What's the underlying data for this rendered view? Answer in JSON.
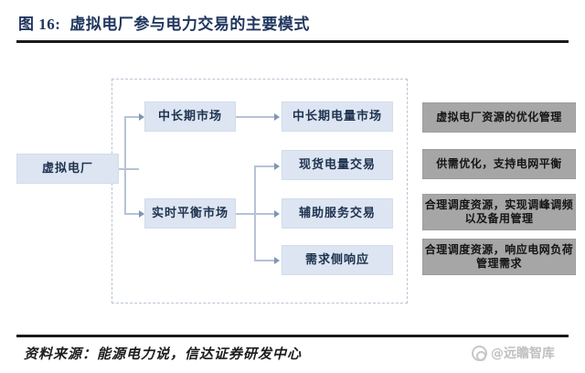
{
  "figure": {
    "number": "图 16:",
    "title": "虚拟电厂参与电力交易的主要模式"
  },
  "source": {
    "text": "资料来源：能源电力说，信达证券研发中心"
  },
  "watermark": {
    "logo": "circle-logo-icon",
    "text": "@远瞻智库"
  },
  "diagram": {
    "root": {
      "label": "虚拟电厂"
    },
    "markets": [
      {
        "label": "中长期市场"
      },
      {
        "label": "实时平衡市场"
      }
    ],
    "transactions": [
      {
        "label": "中长期电量市场"
      },
      {
        "label": "现货电量交易"
      },
      {
        "label": "辅助服务交易"
      },
      {
        "label": "需求侧响应"
      }
    ],
    "outcomes": [
      {
        "label": "虚拟电厂资源的优化管理"
      },
      {
        "label": "供需优化，支持电网平衡"
      },
      {
        "label": "合理调度资源，实现调峰调频以及备用管理"
      },
      {
        "label": "合理调度资源，响应电网负荷管理需求"
      }
    ]
  },
  "colors": {
    "title": "#21375e",
    "node_blue": "#dce5f1",
    "node_gray": "#a6a6a6",
    "connector": "#b6c3d6",
    "dashed_border": "#b9c4d4"
  }
}
